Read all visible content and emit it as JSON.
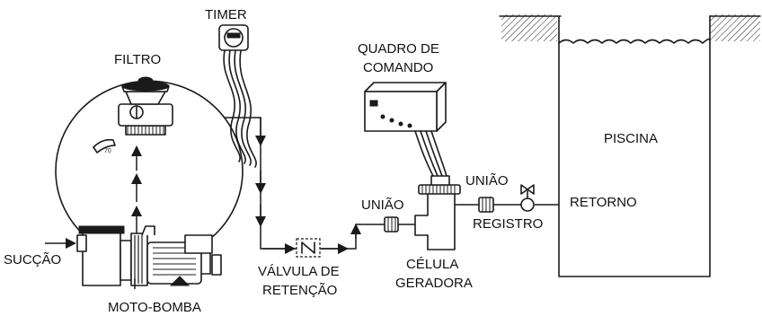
{
  "labels": {
    "timer": "TIMER",
    "filtro": "FILTRO",
    "quadro_line1": "QUADRO DE",
    "quadro_line2": "COMANDO",
    "piscina": "PISCINA",
    "retorno": "RETORNO",
    "uniao_left": "UNIÃO",
    "uniao_right": "UNIÃO",
    "registro": "REGISTRO",
    "succao": "SUCÇÃO",
    "valvula_line1": "VÁLVULA DE",
    "valvula_line2": "RETENÇÃO",
    "celula_line1": "CÉLULA",
    "celula_line2": "GERADORA",
    "moto_bomba": "MOTO-BOMBA"
  },
  "colors": {
    "ink": "#1a1a1a",
    "background": "#ffffff"
  }
}
